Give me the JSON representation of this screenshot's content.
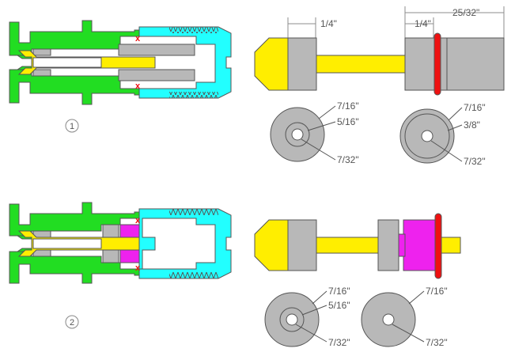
{
  "assemblies": [
    {
      "step_number": "1",
      "length_labels": [
        "1/4\"",
        "1/4\"",
        "25/32\""
      ],
      "washer_left": {
        "outer": "7/16\"",
        "middle": "5/16\"",
        "hole": "7/32\""
      },
      "washer_right": {
        "outer": "7/16\"",
        "middle": "3/8\"",
        "hole": "7/32\""
      }
    },
    {
      "step_number": "2",
      "washer_left": {
        "outer": "7/16\"",
        "middle": "5/16\"",
        "hole": "7/32\""
      },
      "washer_right": {
        "outer": "7/16\"",
        "hole": "7/32\""
      }
    }
  ],
  "colors": {
    "body_green": "#22dd22",
    "cap_cyan": "#22ffff",
    "rod_yellow": "#ffee00",
    "part_gray": "#b8b8b8",
    "seal_red": "#ee1111",
    "spacer_magenta": "#ee22ee"
  }
}
